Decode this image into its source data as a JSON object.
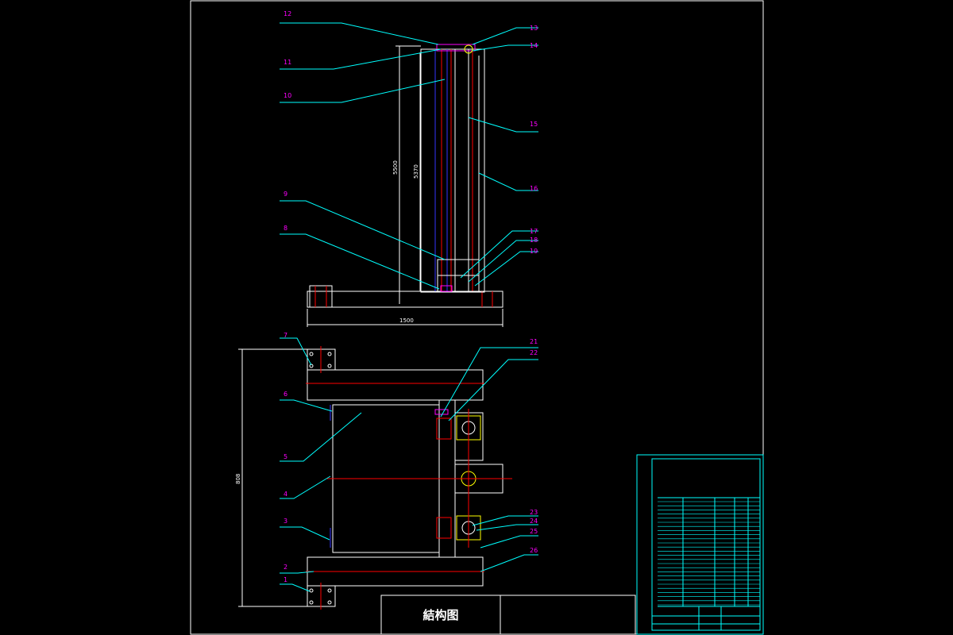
{
  "title_block": {
    "caption": "結构图"
  },
  "callouts": [
    "1",
    "2",
    "3",
    "4",
    "5",
    "6",
    "7",
    "8",
    "9",
    "10",
    "11",
    "12",
    "13",
    "14",
    "15",
    "16",
    "17",
    "18",
    "19",
    "21",
    "22",
    "23",
    "24",
    "25",
    "26"
  ],
  "dimensions": {
    "side_total_height": "5500",
    "side_inner_height": "5370",
    "base_width": "1500",
    "plan_height": "808"
  },
  "colors": {
    "frame": "#ffffff",
    "leader": "#00ffff",
    "callout_text": "#ff00ff",
    "red": "#ff0000",
    "blue": "#3333ff",
    "yellow": "#ffff00",
    "green": "#00ff00"
  }
}
